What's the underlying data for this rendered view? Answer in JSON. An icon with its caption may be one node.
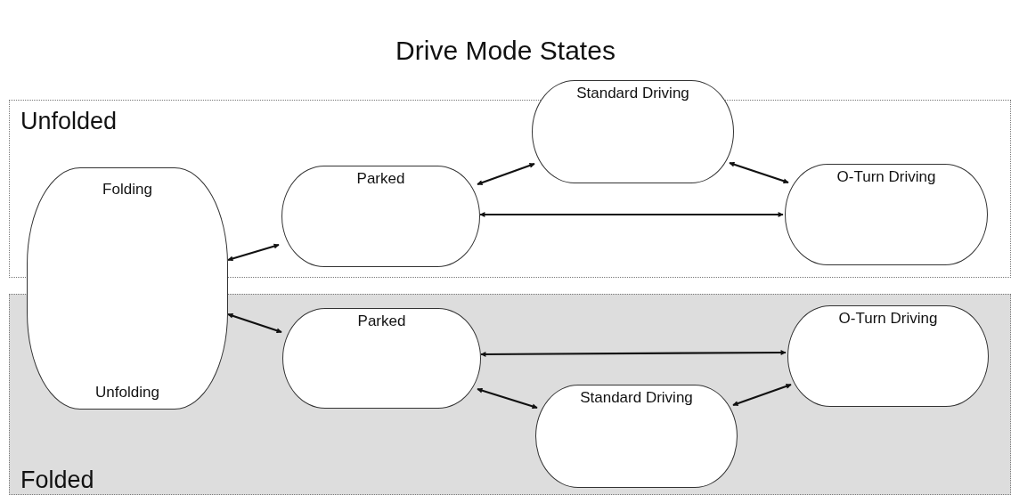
{
  "diagram": {
    "title": "Drive Mode States",
    "nodes": [
      {
        "text": [
          "Unfolded"
        ]
      },
      {
        "text": [
          "Standard Driving"
        ]
      },
      {
        "text": [
          "Folding",
          "Unfolding"
        ]
      },
      {
        "text": [
          "Parked"
        ],
        "in": 0
      },
      {
        "text": [
          "O-Turn Driving"
        ],
        "in": 0
      },
      {
        "text": [
          "Folded"
        ]
      },
      {
        "text": [
          "Parked"
        ],
        "in": 5
      },
      {
        "text": [
          "O-Turn Driving"
        ],
        "in": 5
      },
      {
        "text": [
          "Standard Driving"
        ],
        "in": 5
      }
    ],
    "edges": [
      {
        "from": 2,
        "to": 3,
        "arrow": "both"
      },
      {
        "from": 3,
        "to": 1,
        "arrow": "both"
      },
      {
        "from": 1,
        "to": 4,
        "arrow": "both"
      },
      {
        "from": 3,
        "to": 4,
        "arrow": "both"
      },
      {
        "from": 2,
        "to": 6,
        "arrow": "both"
      },
      {
        "from": 6,
        "to": 7,
        "arrow": "both"
      },
      {
        "from": 6,
        "to": 8,
        "arrow": "both"
      },
      {
        "from": 8,
        "to": 7,
        "arrow": "both"
      }
    ]
  }
}
